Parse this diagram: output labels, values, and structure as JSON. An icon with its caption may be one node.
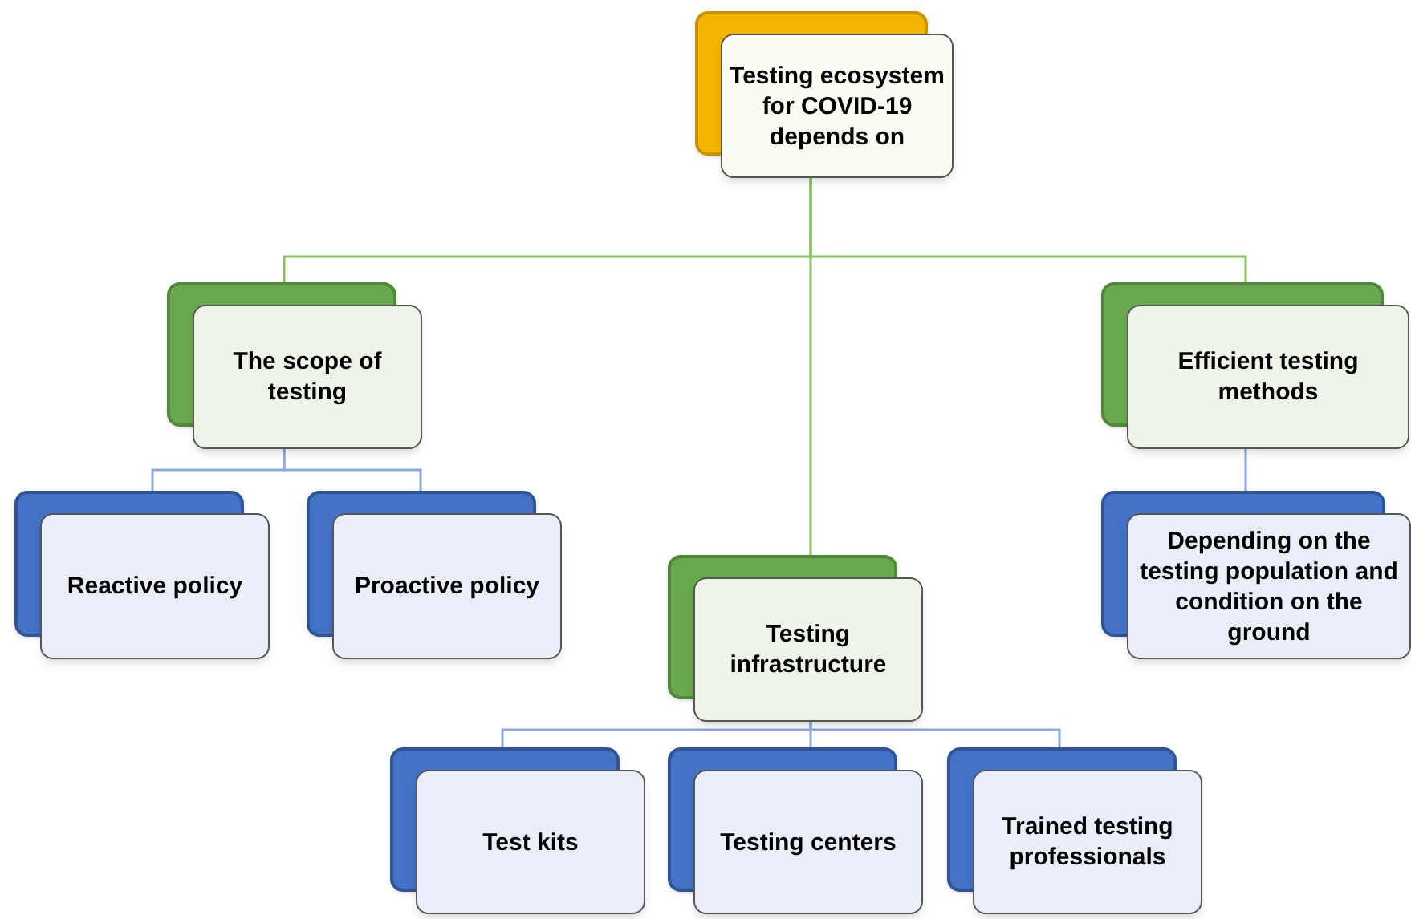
{
  "diagram": {
    "nodes": [
      {
        "text": [
          "Testing ecosystem for COVID-19 depends on"
        ]
      },
      {
        "text": [
          "The scope of testing"
        ]
      },
      {
        "text": [
          "Testing infrastructure"
        ]
      },
      {
        "text": [
          "Efficient testing methods"
        ]
      },
      {
        "text": [
          "Reactive policy"
        ]
      },
      {
        "text": [
          "Proactive policy"
        ]
      },
      {
        "text": [
          "Depending on the testing population and condition on the ground"
        ]
      },
      {
        "text": [
          "Test kits"
        ]
      },
      {
        "text": [
          "Testing centers"
        ]
      },
      {
        "text": [
          "Trained testing professionals"
        ]
      }
    ],
    "edges": [
      {
        "from": 0,
        "to": 1,
        "arrow": "none",
        "color": "#8cc063"
      },
      {
        "from": 0,
        "to": 2,
        "arrow": "none",
        "color": "#8cc063"
      },
      {
        "from": 0,
        "to": 3,
        "arrow": "none",
        "color": "#8cc063"
      },
      {
        "from": 1,
        "to": 4,
        "arrow": "none"
      },
      {
        "from": 1,
        "to": 5,
        "arrow": "none"
      },
      {
        "from": 3,
        "to": 6,
        "arrow": "none"
      },
      {
        "from": 2,
        "to": 7,
        "arrow": "none"
      },
      {
        "from": 2,
        "to": 8,
        "arrow": "none"
      },
      {
        "from": 2,
        "to": 9,
        "arrow": "none"
      }
    ]
  }
}
